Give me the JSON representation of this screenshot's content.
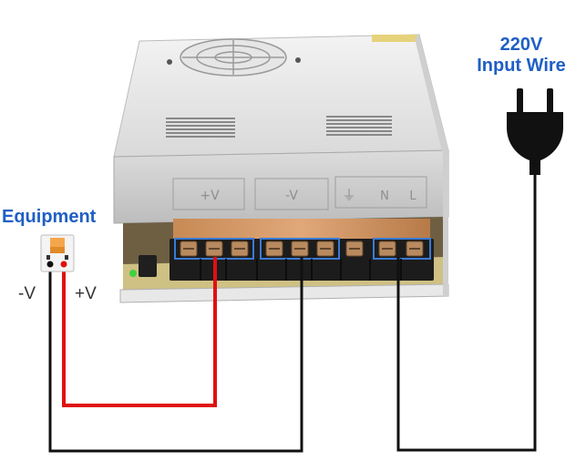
{
  "labels": {
    "input_voltage": "220V",
    "input_wire": "Input Wire",
    "equipment": "Equipment",
    "negative": "-V",
    "positive": "+V"
  },
  "psu": {
    "terminal_labels": [
      "+V",
      "-V",
      "⏚",
      "N",
      "L"
    ]
  },
  "colors": {
    "label_blue": "#1f5fc4",
    "positive_wire": "#e01010",
    "negative_wire": "#111111",
    "terminal_block": "#1c1c1c",
    "led_green": "#3fd23f"
  },
  "icons": [
    "power-plug-icon",
    "equipment-device-icon",
    "ground-symbol-icon"
  ]
}
